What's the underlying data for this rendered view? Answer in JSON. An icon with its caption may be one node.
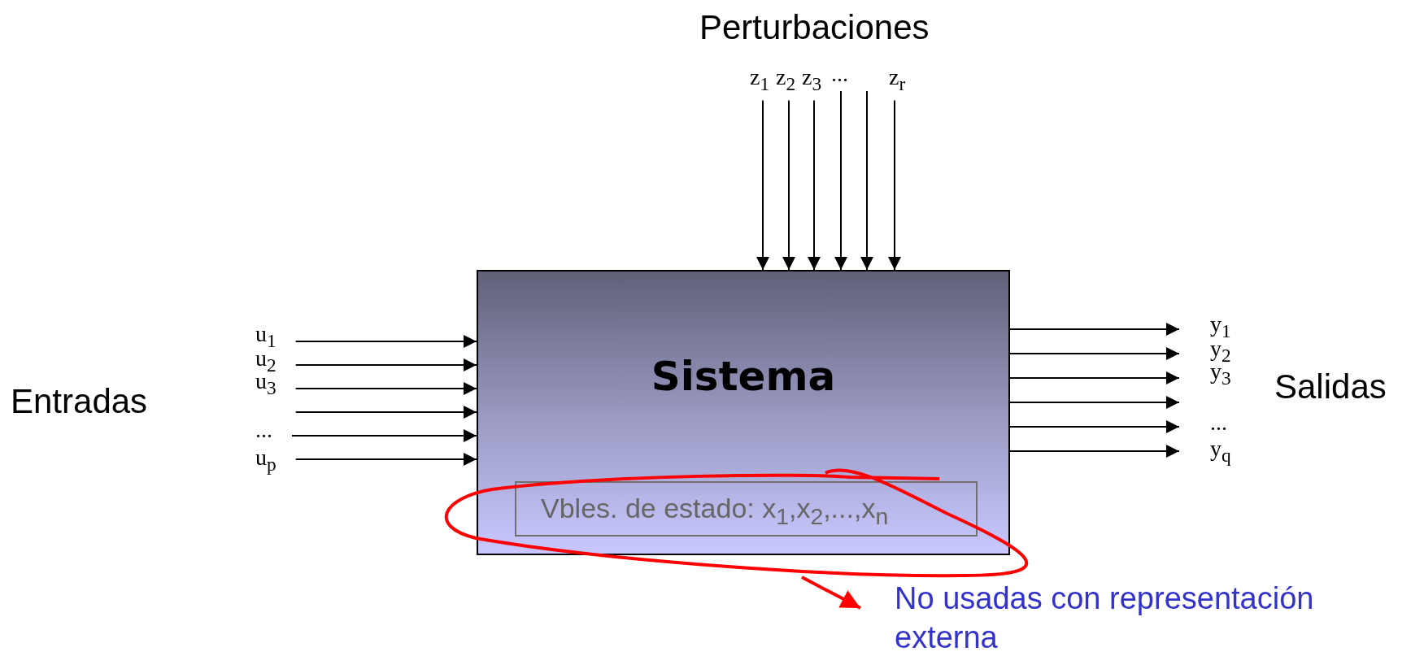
{
  "diagram": {
    "nodes": [
      {
        "text": [
          "Sistema"
        ]
      },
      {
        "text": [
          "Vbles. de estado: x$_{1}$,x$_{2}$,...,x$_{n}$"
        ]
      },
      {
        "text": [],
        "shape": "ellipse"
      },
      {
        "text": [
          "No usadas con representación externa"
        ]
      },
      {
        "text": [
          "z$_{1}$"
        ]
      },
      {
        "text": [
          "z$_{2}$"
        ]
      },
      {
        "text": [
          "z$_{3}$"
        ]
      },
      {
        "text": [
          "..."
        ]
      },
      {
        "text": [
          "z$_{r}$"
        ]
      },
      {
        "text": [
          "u$_{1}$"
        ]
      },
      {
        "text": [
          "u$_{2}$"
        ]
      },
      {
        "text": [
          "u$_{3}$"
        ]
      },
      {
        "text": [
          "..."
        ]
      },
      {
        "text": [
          "u$_{p}$"
        ]
      },
      {
        "text": [
          "y$_{1}$"
        ]
      },
      {
        "text": [
          "y$_{2}$"
        ]
      },
      {
        "text": [
          "y$_{3}$"
        ]
      },
      {
        "text": [
          "..."
        ]
      },
      {
        "text": [
          "y$_{q}$"
        ]
      }
    ],
    "edges": [
      {
        "from": 9,
        "to": 0,
        "arrow": "to"
      },
      {
        "from": 10,
        "to": 0,
        "arrow": "to"
      },
      {
        "from": 11,
        "to": 0,
        "arrow": "to"
      },
      {
        "from": 11,
        "to": 0,
        "arrow": "to"
      },
      {
        "from": 12,
        "to": 0,
        "arrow": "to"
      },
      {
        "from": 13,
        "to": 0,
        "arrow": "to"
      },
      {
        "from": 4,
        "to": 0,
        "arrow": "to"
      },
      {
        "from": 5,
        "to": 0,
        "arrow": "to"
      },
      {
        "from": 6,
        "to": 0,
        "arrow": "to"
      },
      {
        "from": 7,
        "to": 0,
        "arrow": "to"
      },
      {
        "from": 7,
        "to": 0,
        "arrow": "to"
      },
      {
        "from": 8,
        "to": 0,
        "arrow": "to"
      },
      {
        "from": 0,
        "to": 14,
        "arrow": "to"
      },
      {
        "from": 0,
        "to": 15,
        "arrow": "to"
      },
      {
        "from": 0,
        "to": 16,
        "arrow": "to"
      },
      {
        "from": 0,
        "to": 16,
        "arrow": "to"
      },
      {
        "from": 0,
        "to": 17,
        "arrow": "to"
      },
      {
        "from": 0,
        "to": 18,
        "arrow": "to"
      },
      {
        "from": 2,
        "to": 3,
        "arrow": "to",
        "color": "#ff0000"
      }
    ],
    "labels": [
      "Perturbaciones",
      "Entradas",
      "Salidas"
    ]
  }
}
